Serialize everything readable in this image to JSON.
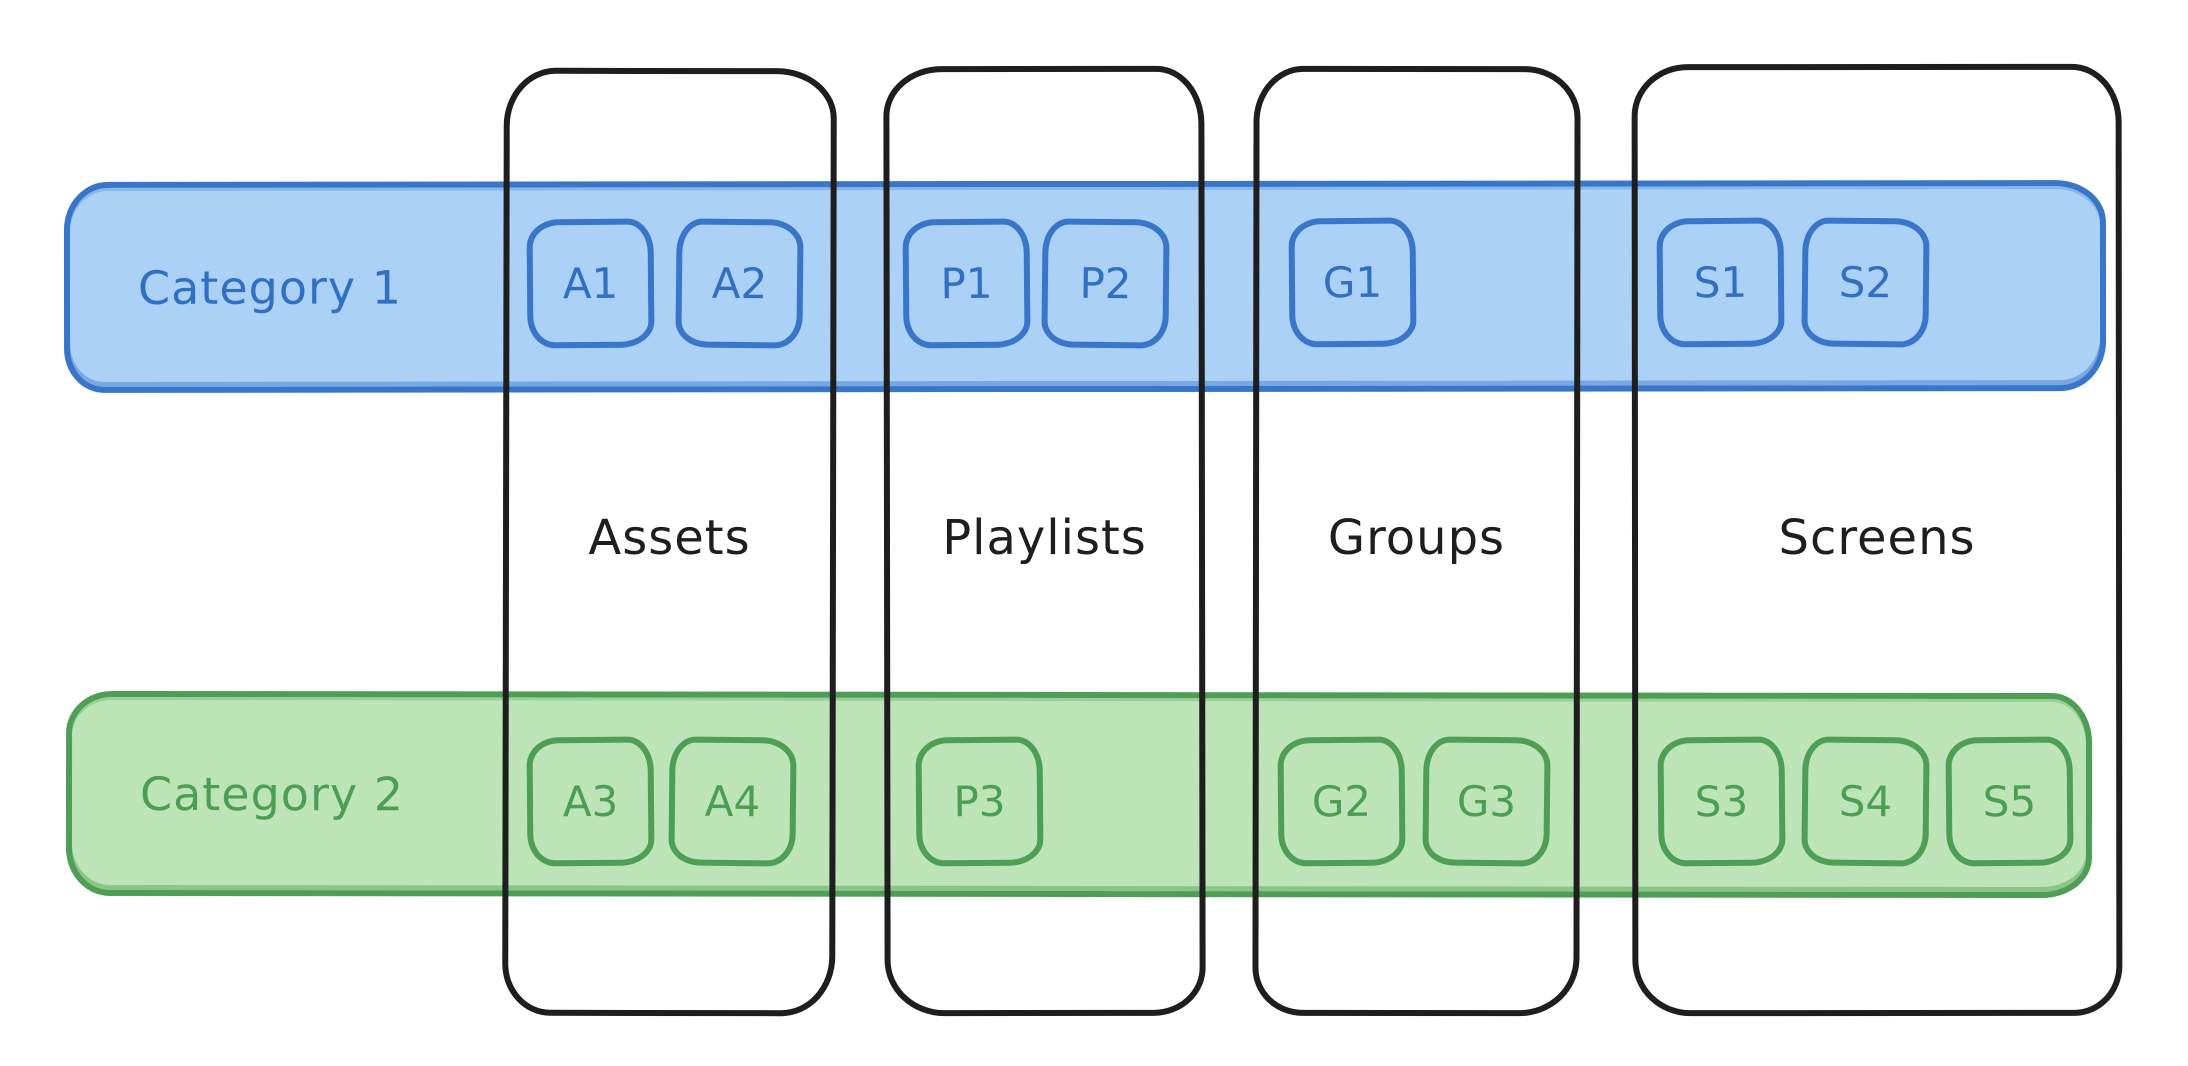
{
  "diagram": {
    "background": "#ffffff",
    "column_stroke": "#1e1e1e",
    "column_label_color": "#1e1e1e",
    "columns": [
      {
        "id": "assets",
        "label": "Assets"
      },
      {
        "id": "playlists",
        "label": "Playlists"
      },
      {
        "id": "groups",
        "label": "Groups"
      },
      {
        "id": "screens",
        "label": "Screens"
      }
    ],
    "rows": [
      {
        "id": "category-1",
        "label": "Category 1",
        "fill": "#abd2f6",
        "stroke": "#3976ca",
        "text_color": "#316fc2",
        "items_by_column": {
          "assets": [
            "A1",
            "A2"
          ],
          "playlists": [
            "P1",
            "P2"
          ],
          "groups": [
            "G1"
          ],
          "screens": [
            "S1",
            "S2"
          ]
        }
      },
      {
        "id": "category-2",
        "label": "Category 2",
        "fill": "#bce4b7",
        "stroke": "#4f9e55",
        "text_color": "#4c9e54",
        "items_by_column": {
          "assets": [
            "A3",
            "A4"
          ],
          "playlists": [
            "P3"
          ],
          "groups": [
            "G2",
            "G3"
          ],
          "screens": [
            "S3",
            "S4",
            "S5"
          ]
        }
      }
    ]
  }
}
